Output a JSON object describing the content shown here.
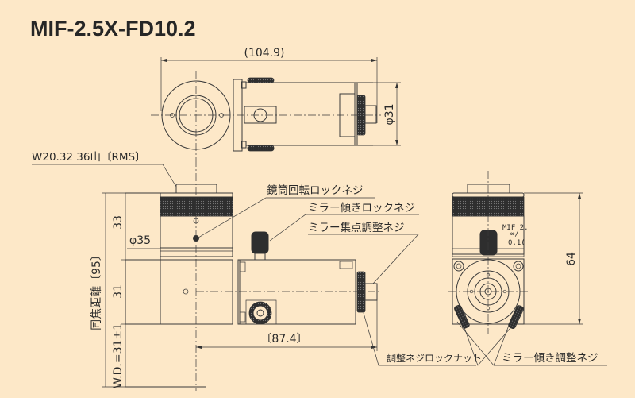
{
  "title": "MIF-2.5X-FD10.2",
  "colors": {
    "background": "#fde8c8",
    "line": "#3a3a3a"
  },
  "top_view": {
    "length_dim": "(104.9)",
    "diameter_dim": "φ31"
  },
  "thread_label": "W20.32 36山〔RMS〕",
  "side_view": {
    "parfocal_dim": "同焦距離〔95〕",
    "upper_dim": "33",
    "lower_dim": "31",
    "wd_dim": "W.D.=31±1",
    "barrel_diameter": "φ35",
    "offset_dim": "〔87.4〕"
  },
  "callouts": {
    "barrel_lock": "鏡筒回転ロックネジ",
    "mirror_tilt_lock": "ミラー傾きロックネジ",
    "mirror_focus": "ミラー集点調整ネジ",
    "adjust_lock_nut": "調整ネジロックナット",
    "mirror_tilt_adjust": "ミラー傾き調整ネジ"
  },
  "front_view": {
    "engraving": [
      "MIF 2.",
      "∞/",
      "0.1("
    ],
    "height_dim": "64"
  }
}
